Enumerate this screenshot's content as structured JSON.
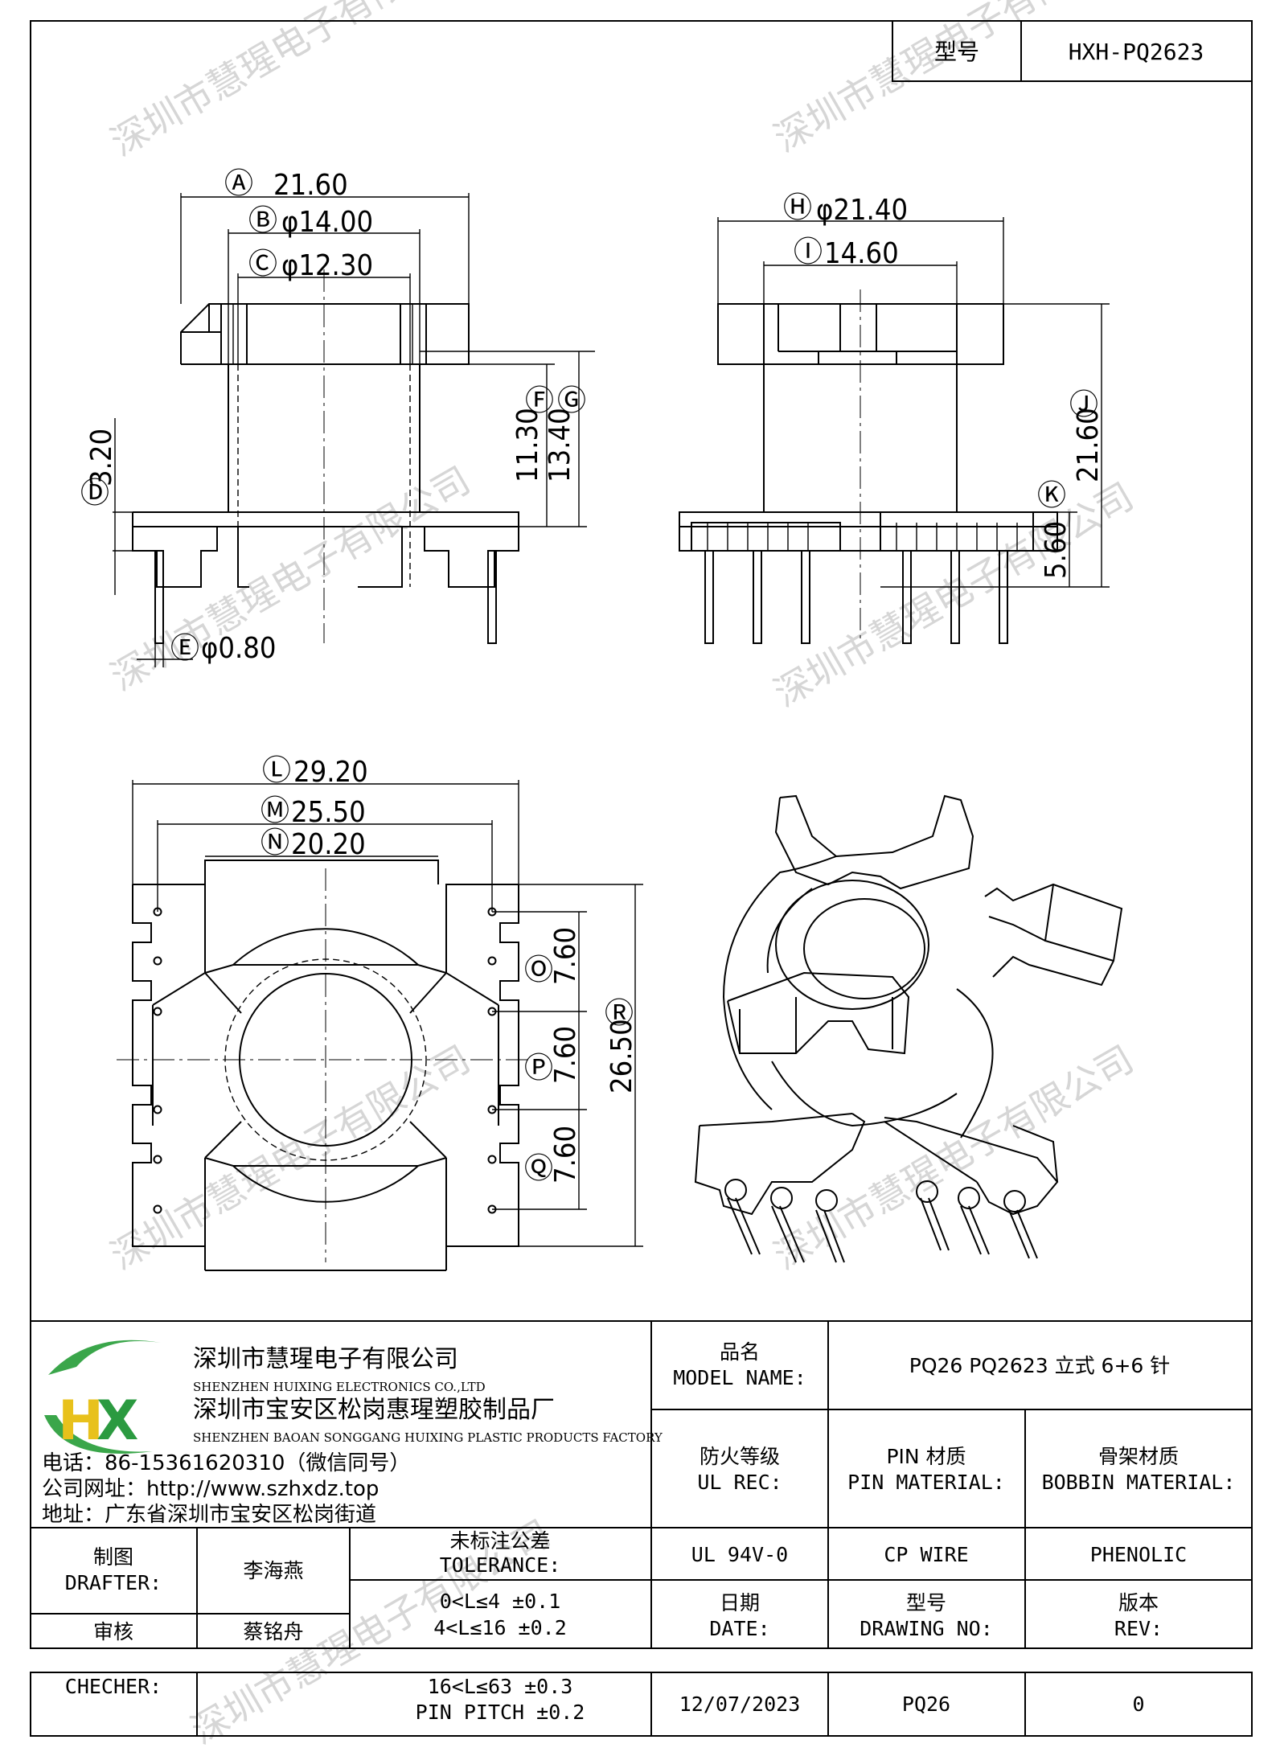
{
  "header": {
    "model_label": "型号",
    "model_value": "HXH-PQ2623"
  },
  "dimensions": {
    "A": "21.60",
    "B": "φ14.00",
    "C": "φ12.30",
    "D": "3.20",
    "E": "φ0.80",
    "F": "11.30",
    "G": "13.40",
    "H": "φ21.40",
    "I": "14.60",
    "J": "21.60",
    "K": "5.60",
    "L": "29.20",
    "M": "25.50",
    "N": "20.20",
    "O": "7.60",
    "P": "7.60",
    "Q": "7.60",
    "R": "26.50"
  },
  "watermark": "深圳市慧瑆电子有限公司",
  "company": {
    "logo_letters": "HX",
    "name_cn": "深圳市慧瑆电子有限公司",
    "name_en": "SHENZHEN HUIXING ELECTRONICS CO.,LTD",
    "factory_cn": "深圳市宝安区松岗惠瑆塑胶制品厂",
    "factory_en": "SHENZHEN BAOAN SONGGANG HUIXING PLASTIC PRODUCTS FACTORY",
    "phone": "电话：86-15361620310（微信同号）",
    "website": "公司网址：http://www.szhxdz.top",
    "address": "地址：广东省深圳市宝安区松岗街道"
  },
  "title_block": {
    "model_name_cn": "品名",
    "model_name_en": "MODEL NAME:",
    "model_name_value": "PQ26 PQ2623 立式 6+6 针",
    "ul_cn": "防火等级",
    "ul_en": "UL REC:",
    "pin_cn": "PIN 材质",
    "pin_en": "PIN MATERIAL:",
    "bobbin_cn": "骨架材质",
    "bobbin_en": "BOBBIN MATERIAL:",
    "ul_value": "UL 94V-0",
    "pin_value": "CP WIRE",
    "bobbin_value": "PHENOLIC",
    "drafter_cn": "制图",
    "drafter_en": "DRAFTER:",
    "drafter_name": "李海燕",
    "checker_cn": "审核",
    "checker_name": "蔡铭舟",
    "checker_en": "CHECHER:",
    "tolerance_cn": "未标注公差",
    "tolerance_en": "TOLERANCE:",
    "tol_1": "0<L≤4  ±0.1",
    "tol_2": "4<L≤16 ±0.2",
    "tol_3": "16<L≤63 ±0.3",
    "tol_4": "PIN PITCH ±0.2",
    "date_cn": "日期",
    "date_en": "DATE:",
    "drawing_no_cn": "型号",
    "drawing_no_en": "DRAWING NO:",
    "rev_cn": "版本",
    "rev_en": "REV:",
    "date_value": "12/07/2023",
    "drawing_no_value": "PQ26",
    "rev_value": "0"
  }
}
